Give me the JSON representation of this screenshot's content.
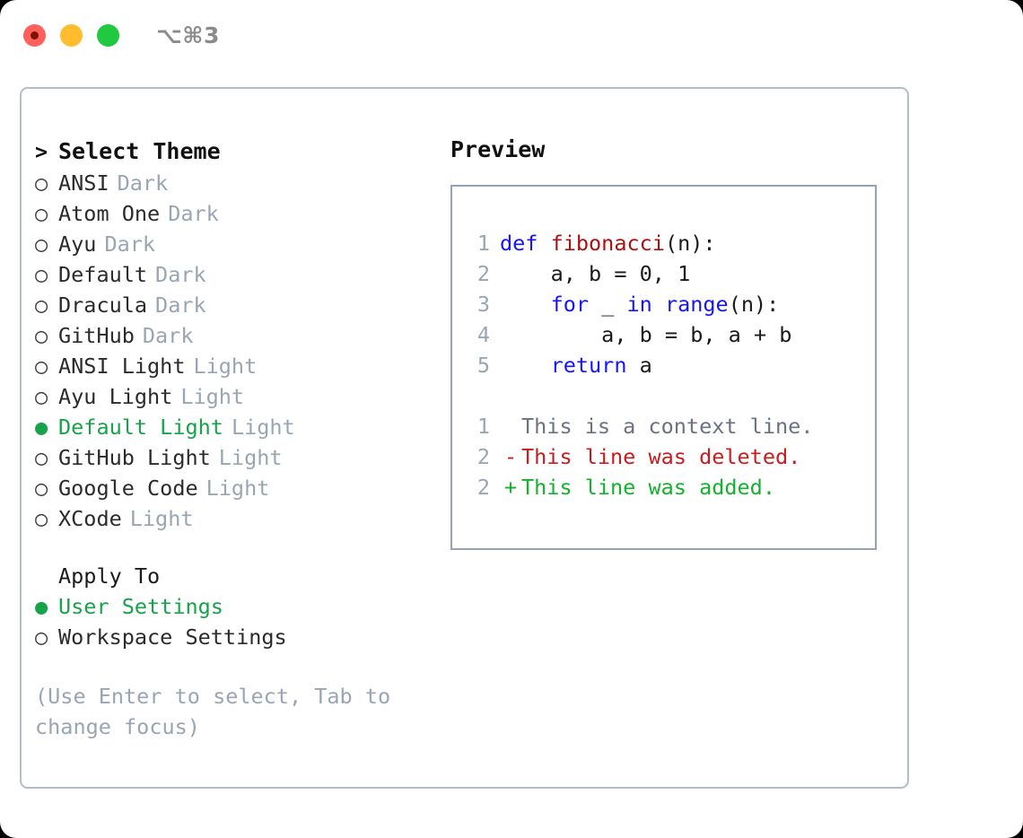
{
  "window": {
    "shortcut_label": "⌥⌘3",
    "traffic_lights": [
      {
        "name": "close",
        "color": "#ff6059"
      },
      {
        "name": "minimize",
        "color": "#ffbd2e"
      },
      {
        "name": "maximize",
        "color": "#20c940"
      }
    ]
  },
  "accent": {
    "selected_green": "#16a34a",
    "muted_gray": "#9aa5b4",
    "panel_border": "#b4bdc8",
    "preview_border": "#94a3b8"
  },
  "theme_picker": {
    "header_prompt": ">",
    "header_label": "Select Theme",
    "marker_selected": "●",
    "marker_unselected": "○",
    "items": [
      {
        "label": "ANSI",
        "tag": "Dark",
        "selected": false
      },
      {
        "label": "Atom One",
        "tag": "Dark",
        "selected": false
      },
      {
        "label": "Ayu",
        "tag": "Dark",
        "selected": false
      },
      {
        "label": "Default",
        "tag": "Dark",
        "selected": false
      },
      {
        "label": "Dracula",
        "tag": "Dark",
        "selected": false
      },
      {
        "label": "GitHub",
        "tag": "Dark",
        "selected": false
      },
      {
        "label": "ANSI Light",
        "tag": "Light",
        "selected": false
      },
      {
        "label": "Ayu Light",
        "tag": "Light",
        "selected": false
      },
      {
        "label": "Default Light",
        "tag": "Light",
        "selected": true
      },
      {
        "label": "GitHub Light",
        "tag": "Light",
        "selected": false
      },
      {
        "label": "Google Code",
        "tag": "Light",
        "selected": false
      },
      {
        "label": "XCode",
        "tag": "Light",
        "selected": false
      }
    ]
  },
  "apply_to": {
    "title": "Apply To",
    "items": [
      {
        "label": "User Settings",
        "selected": true
      },
      {
        "label": "Workspace Settings",
        "selected": false
      }
    ]
  },
  "hint": {
    "text": "(Use Enter to select, Tab to change focus)"
  },
  "preview": {
    "title": "Preview",
    "code_lines": [
      {
        "number": "1",
        "tokens": [
          {
            "text": "def ",
            "kind": "kw"
          },
          {
            "text": "fibonacci",
            "kind": "fn"
          },
          {
            "text": "(n):",
            "kind": "pl"
          }
        ]
      },
      {
        "number": "2",
        "tokens": [
          {
            "text": "    a, b = 0, 1",
            "kind": "pl"
          }
        ]
      },
      {
        "number": "3",
        "tokens": [
          {
            "text": "    ",
            "kind": "pl"
          },
          {
            "text": "for",
            "kind": "kw"
          },
          {
            "text": " _ ",
            "kind": "pl"
          },
          {
            "text": "in",
            "kind": "kw"
          },
          {
            "text": " ",
            "kind": "pl"
          },
          {
            "text": "range",
            "kind": "kw"
          },
          {
            "text": "(n):",
            "kind": "pl"
          }
        ]
      },
      {
        "number": "4",
        "tokens": [
          {
            "text": "        a, b = b, a + b",
            "kind": "pl"
          }
        ]
      },
      {
        "number": "5",
        "tokens": [
          {
            "text": "    ",
            "kind": "pl"
          },
          {
            "text": "return",
            "kind": "kw"
          },
          {
            "text": " a",
            "kind": "pl"
          }
        ]
      }
    ],
    "diff_lines": [
      {
        "number": "1",
        "mark": " ",
        "mark_kind": "ctx",
        "text": "This is a context line.",
        "kind": "ctx"
      },
      {
        "number": "2",
        "mark": "-",
        "mark_kind": "del",
        "text": "This line was deleted.",
        "kind": "del"
      },
      {
        "number": "2",
        "mark": "+",
        "mark_kind": "add",
        "text": "This line was added.",
        "kind": "add"
      }
    ]
  }
}
